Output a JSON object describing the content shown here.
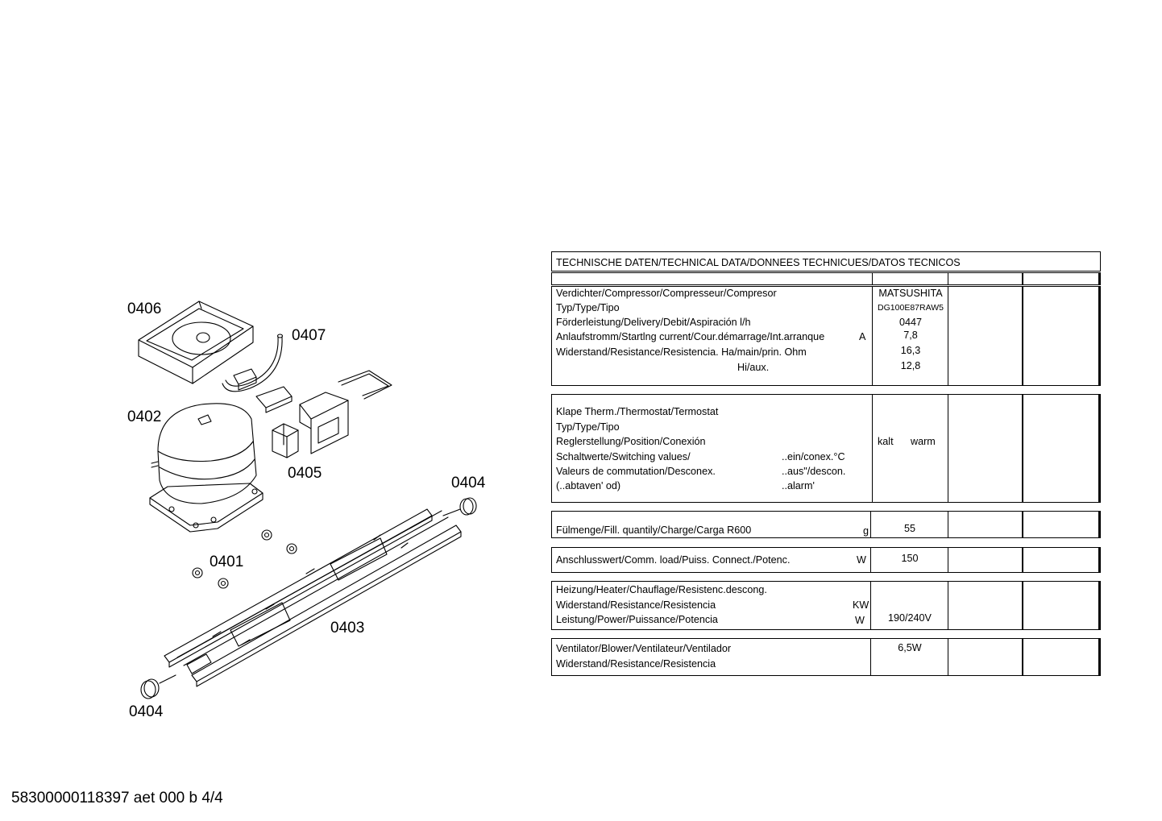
{
  "drawing": {
    "callouts": [
      "0406",
      "0407",
      "0402",
      "0405",
      "0404",
      "0401",
      "0403",
      "0404"
    ]
  },
  "footer": {
    "reference": "58300000118397 aet 000 b 4/4"
  },
  "tech": {
    "title": "TECHNISCHE DATEN/TECHNICAL DATA/DONNEES TECHNICUES/DATOS TECNICOS",
    "compressor": {
      "labels": [
        "Verdichter/Compressor/Compresseur/Compresor",
        "Typ/Type/Tipo",
        "Förderleistung/Delivery/Debit/Aspiración l/h",
        "Anlaufstromm/Startlng current/Cour.démarrage/Int.arranque",
        "Widerstand/Resistance/Resistencia. Ha/main/prin. Ohm",
        "Hi/aux."
      ],
      "unit_a": "A",
      "values": [
        "MATSUSHITA",
        "DG100E87RAW5",
        "0447",
        "7,8",
        "16,3",
        "12,8"
      ]
    },
    "thermostat": {
      "labels": [
        "Klape Therm./Thermostat/Termostat",
        "Typ/Type/Tipo",
        "Reglerstellung/Position/Conexión",
        "Schaltwerte/Switching values/",
        "Valeurs de commutation/Desconex.",
        "(..abtaven' od)"
      ],
      "mid": [
        "..ein/conex.°C",
        "..aus\"/descon.",
        "..alarm'"
      ],
      "kalt": "kalt",
      "warm": "warm"
    },
    "charge": {
      "label": "Fülmenge/Fill. quantily/Charge/Carga   R600",
      "unit": "g",
      "value": "55"
    },
    "load": {
      "label": "Anschlusswert/Comm. load/Puiss. Connect./Potenc.",
      "unit": "W",
      "value": "150"
    },
    "heater": {
      "labels": [
        "Heizung/Heater/Chauflage/Resistenc.descong.",
        "Widerstand/Resistance/Resistencia",
        "Leistung/Power/Puissance/Potencia"
      ],
      "units": [
        "KW",
        "W"
      ],
      "value": "190/240V"
    },
    "blower": {
      "labels": [
        "Ventilator/Blower/Ventilateur/Ventilador",
        "Widerstand/Resistance/Resistencia"
      ],
      "value": "6,5W"
    }
  }
}
